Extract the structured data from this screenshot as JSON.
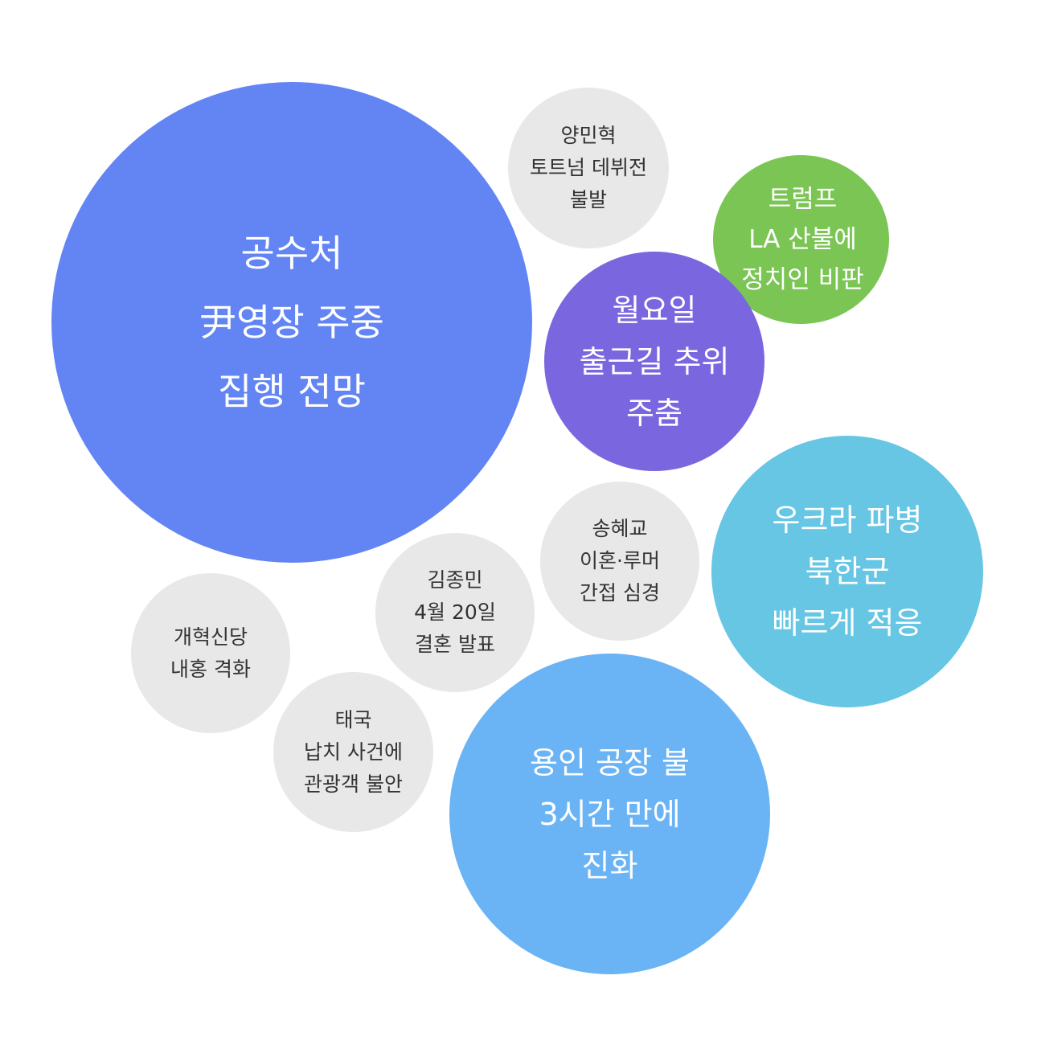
{
  "colors": {
    "royal_blue": "#6384F3",
    "purple": "#7A67E0",
    "green": "#7AC554",
    "sky_blue": "#66C6E4",
    "light_blue": "#6AB4F5",
    "gray": "#E8E8E8"
  },
  "bubbles": [
    {
      "lines": [
        "공수처",
        "尹영장 주중",
        "집행 전망"
      ],
      "color": "#6384F3"
    },
    {
      "lines": [
        "양민혁",
        "토트넘 데뷔전",
        "불발"
      ],
      "color": "#E8E8E8"
    },
    {
      "lines": [
        "트럼프",
        "LA 산불에",
        "정치인 비판"
      ],
      "color": "#7AC554"
    },
    {
      "lines": [
        "월요일",
        "출근길 추위",
        "주춤"
      ],
      "color": "#7A67E0"
    },
    {
      "lines": [
        "우크라 파병",
        "북한군",
        "빠르게 적응"
      ],
      "color": "#66C6E4"
    },
    {
      "lines": [
        "송혜교",
        "이혼·루머",
        "간접 심경"
      ],
      "color": "#E8E8E8"
    },
    {
      "lines": [
        "김종민",
        "4월 20일",
        "결혼 발표"
      ],
      "color": "#E8E8E8"
    },
    {
      "lines": [
        "개혁신당",
        "내홍 격화"
      ],
      "color": "#E8E8E8"
    },
    {
      "lines": [
        "태국",
        "납치 사건에",
        "관광객 불안"
      ],
      "color": "#E8E8E8"
    },
    {
      "lines": [
        "용인 공장 불",
        "3시간 만에",
        "진화"
      ],
      "color": "#6AB4F5"
    }
  ]
}
